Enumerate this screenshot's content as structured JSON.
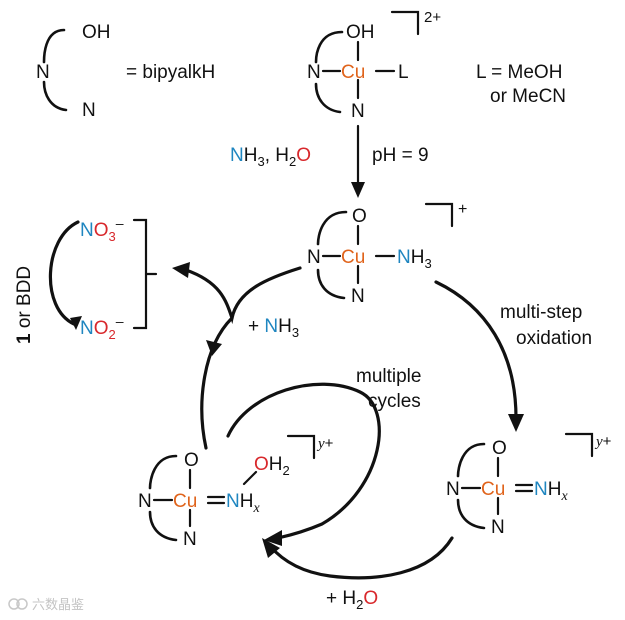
{
  "legend": {
    "oh": "OH",
    "n1": "N",
    "n2": "N",
    "eq": "= bipyalkH"
  },
  "start_complex": {
    "oh": "OH",
    "n_left": "N",
    "cu": "Cu",
    "ligand": "L",
    "n_bottom": "N",
    "charge": "2+",
    "l_def_1": "L = MeOH",
    "l_def_2": "or MeCN"
  },
  "step1": {
    "n": "N",
    "h3": "H",
    "h3_sub": "3",
    "comma": ", H",
    "h2o_sub": "2",
    "o": "O",
    "ph": "pH = 9"
  },
  "ammine_complex": {
    "o": "O",
    "n_left": "N",
    "cu": "Cu",
    "n_ligand": "N",
    "h": "H",
    "h_sub": "3",
    "n_bottom": "N",
    "charge": "+"
  },
  "products": {
    "no3_n": "N",
    "no3_o": "O",
    "no3_sub": "3",
    "no3_charge": "–",
    "no2_n": "N",
    "no2_o": "O",
    "no2_sub": "2",
    "no2_charge": "–",
    "catalyst_bold": "1",
    "catalyst_rest": " or BDD"
  },
  "plus_nh3": {
    "plus": "+ ",
    "n": "N",
    "h": "H",
    "sub": "3"
  },
  "oxidation": {
    "line1": "multi-step",
    "line2": "oxidation"
  },
  "cycles": {
    "line1": "multiple",
    "line2": "cycles"
  },
  "nitrene_complex": {
    "o": "O",
    "n_left": "N",
    "cu": "Cu",
    "double": "=",
    "n": "N",
    "h": "H",
    "x": "x",
    "n_bottom": "N",
    "charge_y": "y",
    "charge_plus": "+"
  },
  "water_complex": {
    "o": "O",
    "n_left": "N",
    "cu": "Cu",
    "double": "=",
    "n": "N",
    "h": "H",
    "x": "x",
    "oh2_o": "O",
    "oh2_h": "H",
    "oh2_sub": "2",
    "n_bottom": "N",
    "charge_y": "y",
    "charge_plus": "+"
  },
  "plus_h2o": {
    "plus": "+ H",
    "sub": "2",
    "o": "O"
  },
  "watermark": "六数晶鉴",
  "colors": {
    "copper": "#e0641c",
    "nitrogen": "#1f86c0",
    "oxygen": "#d8282c",
    "ink": "#111111"
  }
}
